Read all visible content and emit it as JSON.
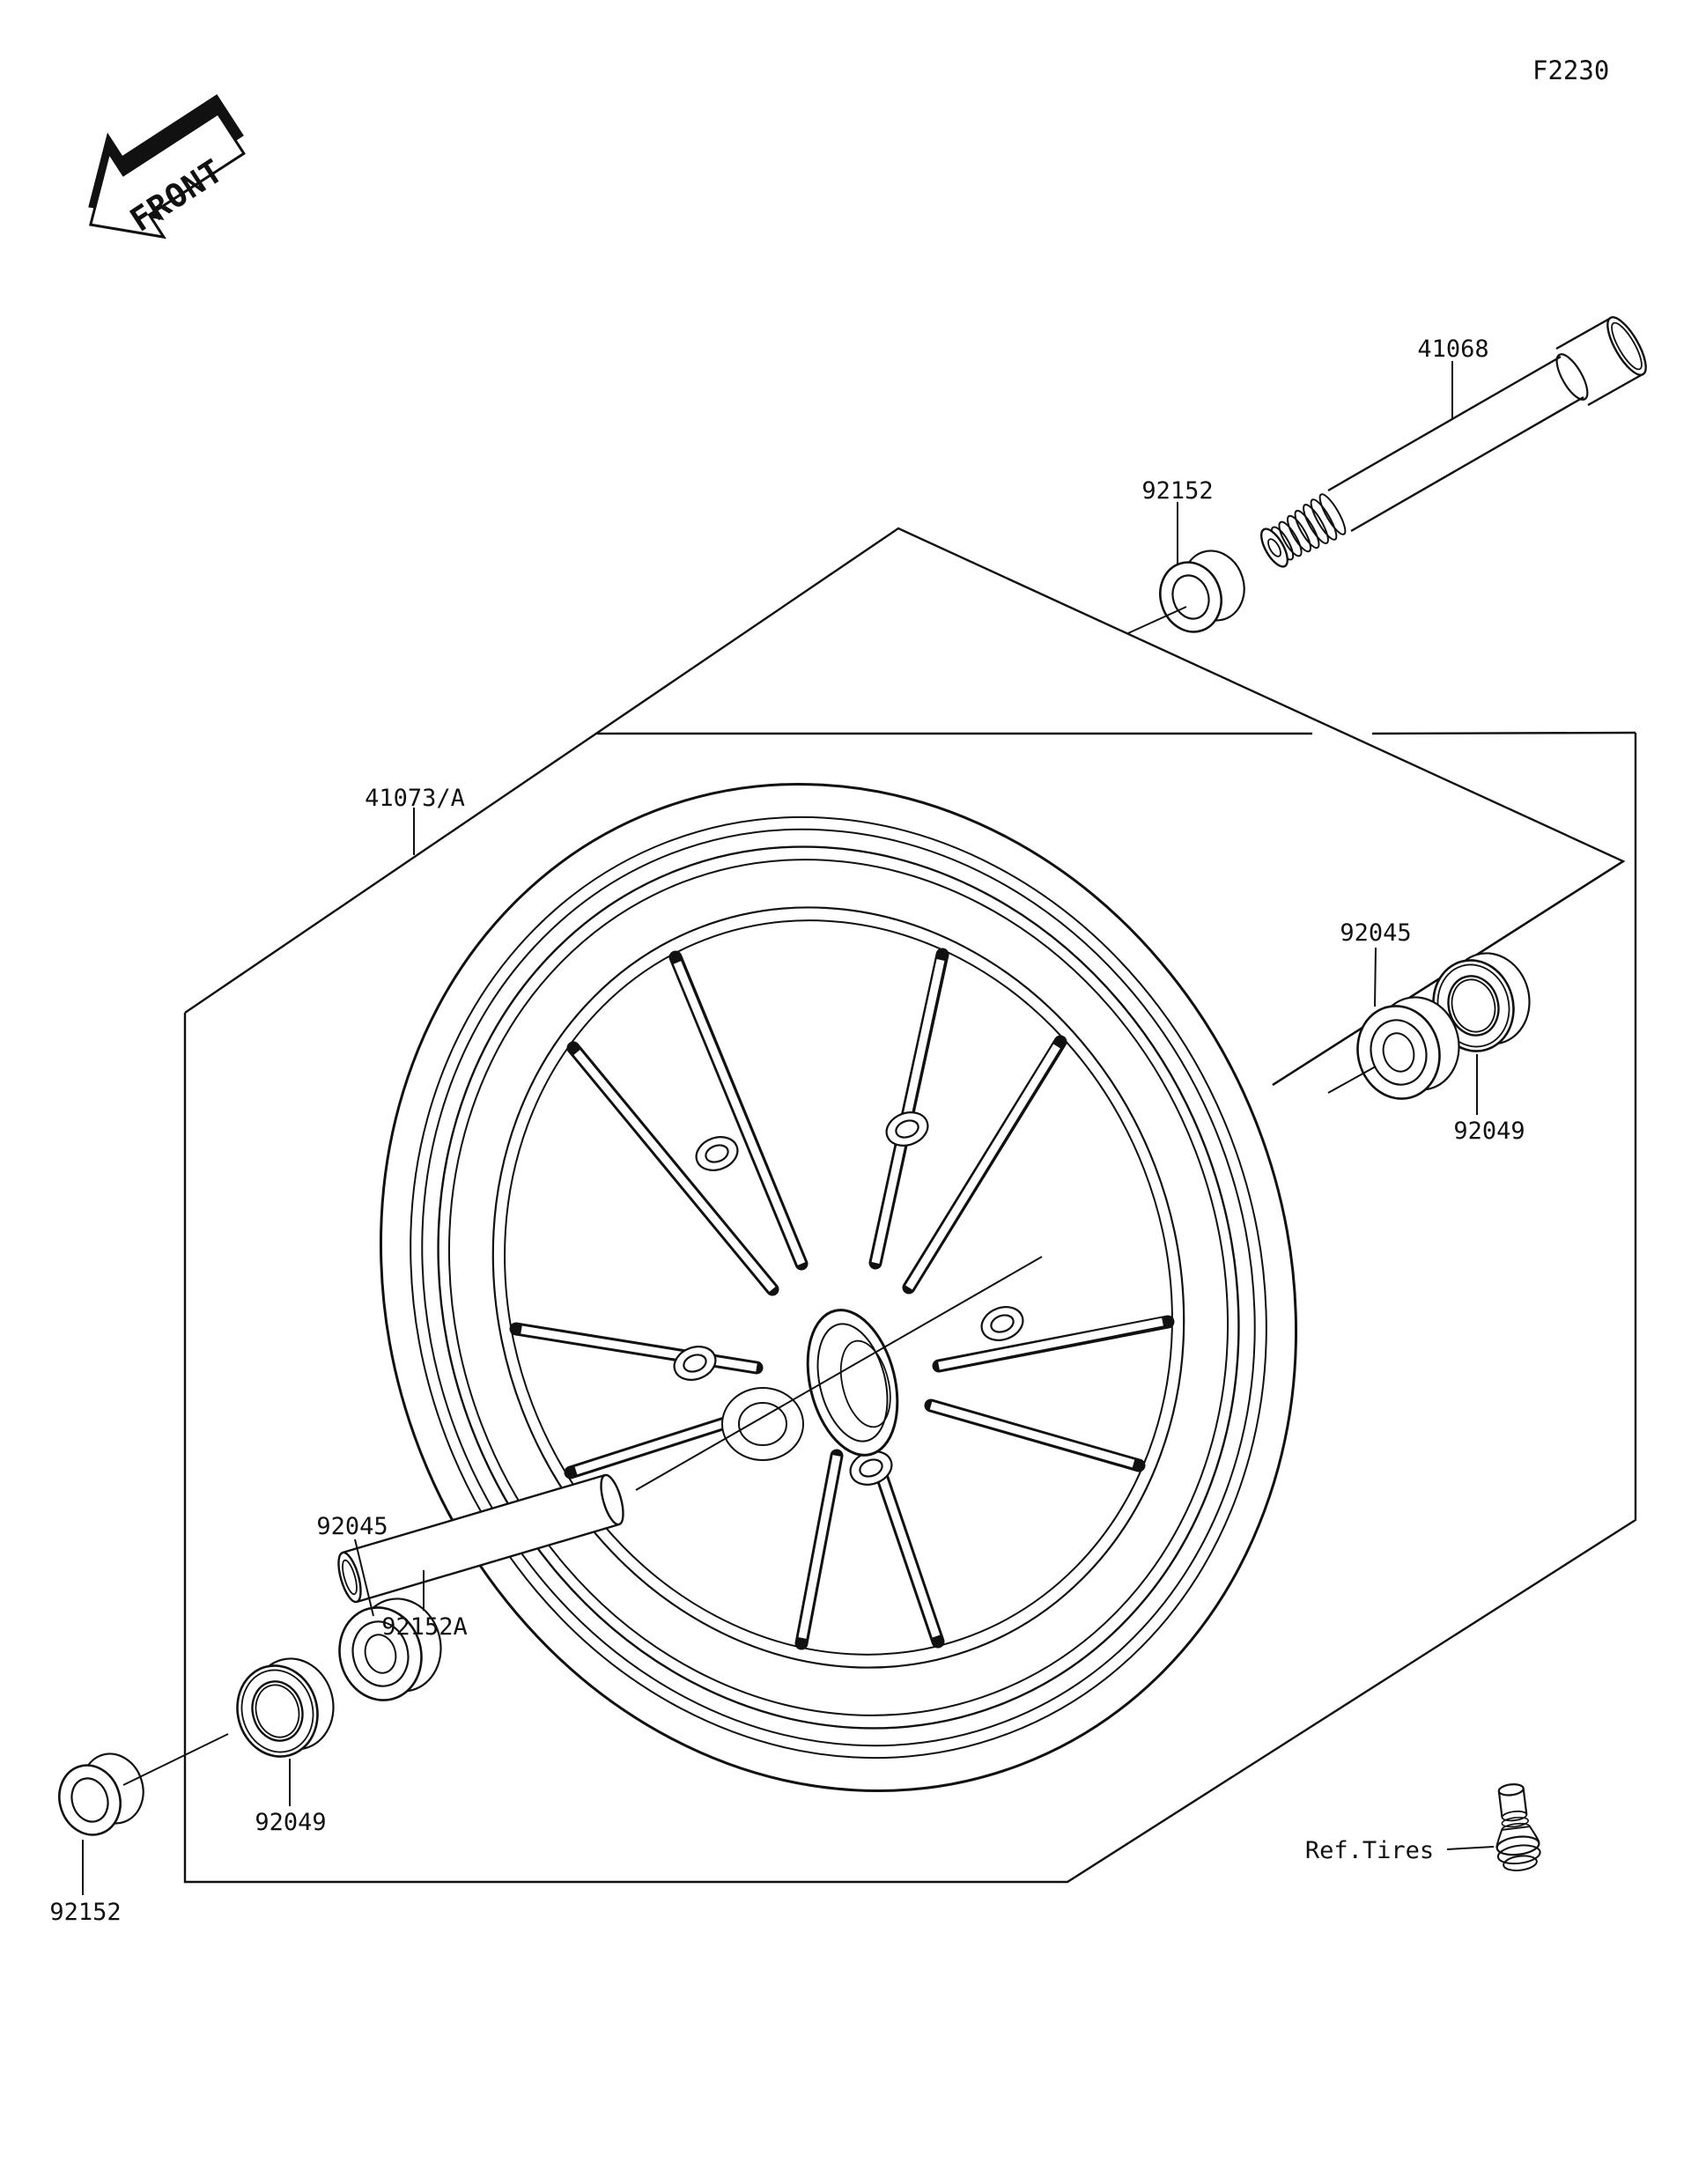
{
  "page": {
    "code": "F2230",
    "background": "#ffffff",
    "line_color": "#111111",
    "drawing_type": "parts-diagram",
    "subject": "front hub / front wheel exploded view"
  },
  "front_arrow": {
    "label": "FRONT"
  },
  "callouts": {
    "axle": "41068",
    "collar_upper": "92152",
    "wheel": "41073/A",
    "bearing_right": "92045",
    "seal_right": "92049",
    "spacer_center": "92152A",
    "bearing_left": "92045",
    "seal_left": "92049",
    "collar_lower": "92152",
    "tires_reference": "Ref.Tires"
  }
}
